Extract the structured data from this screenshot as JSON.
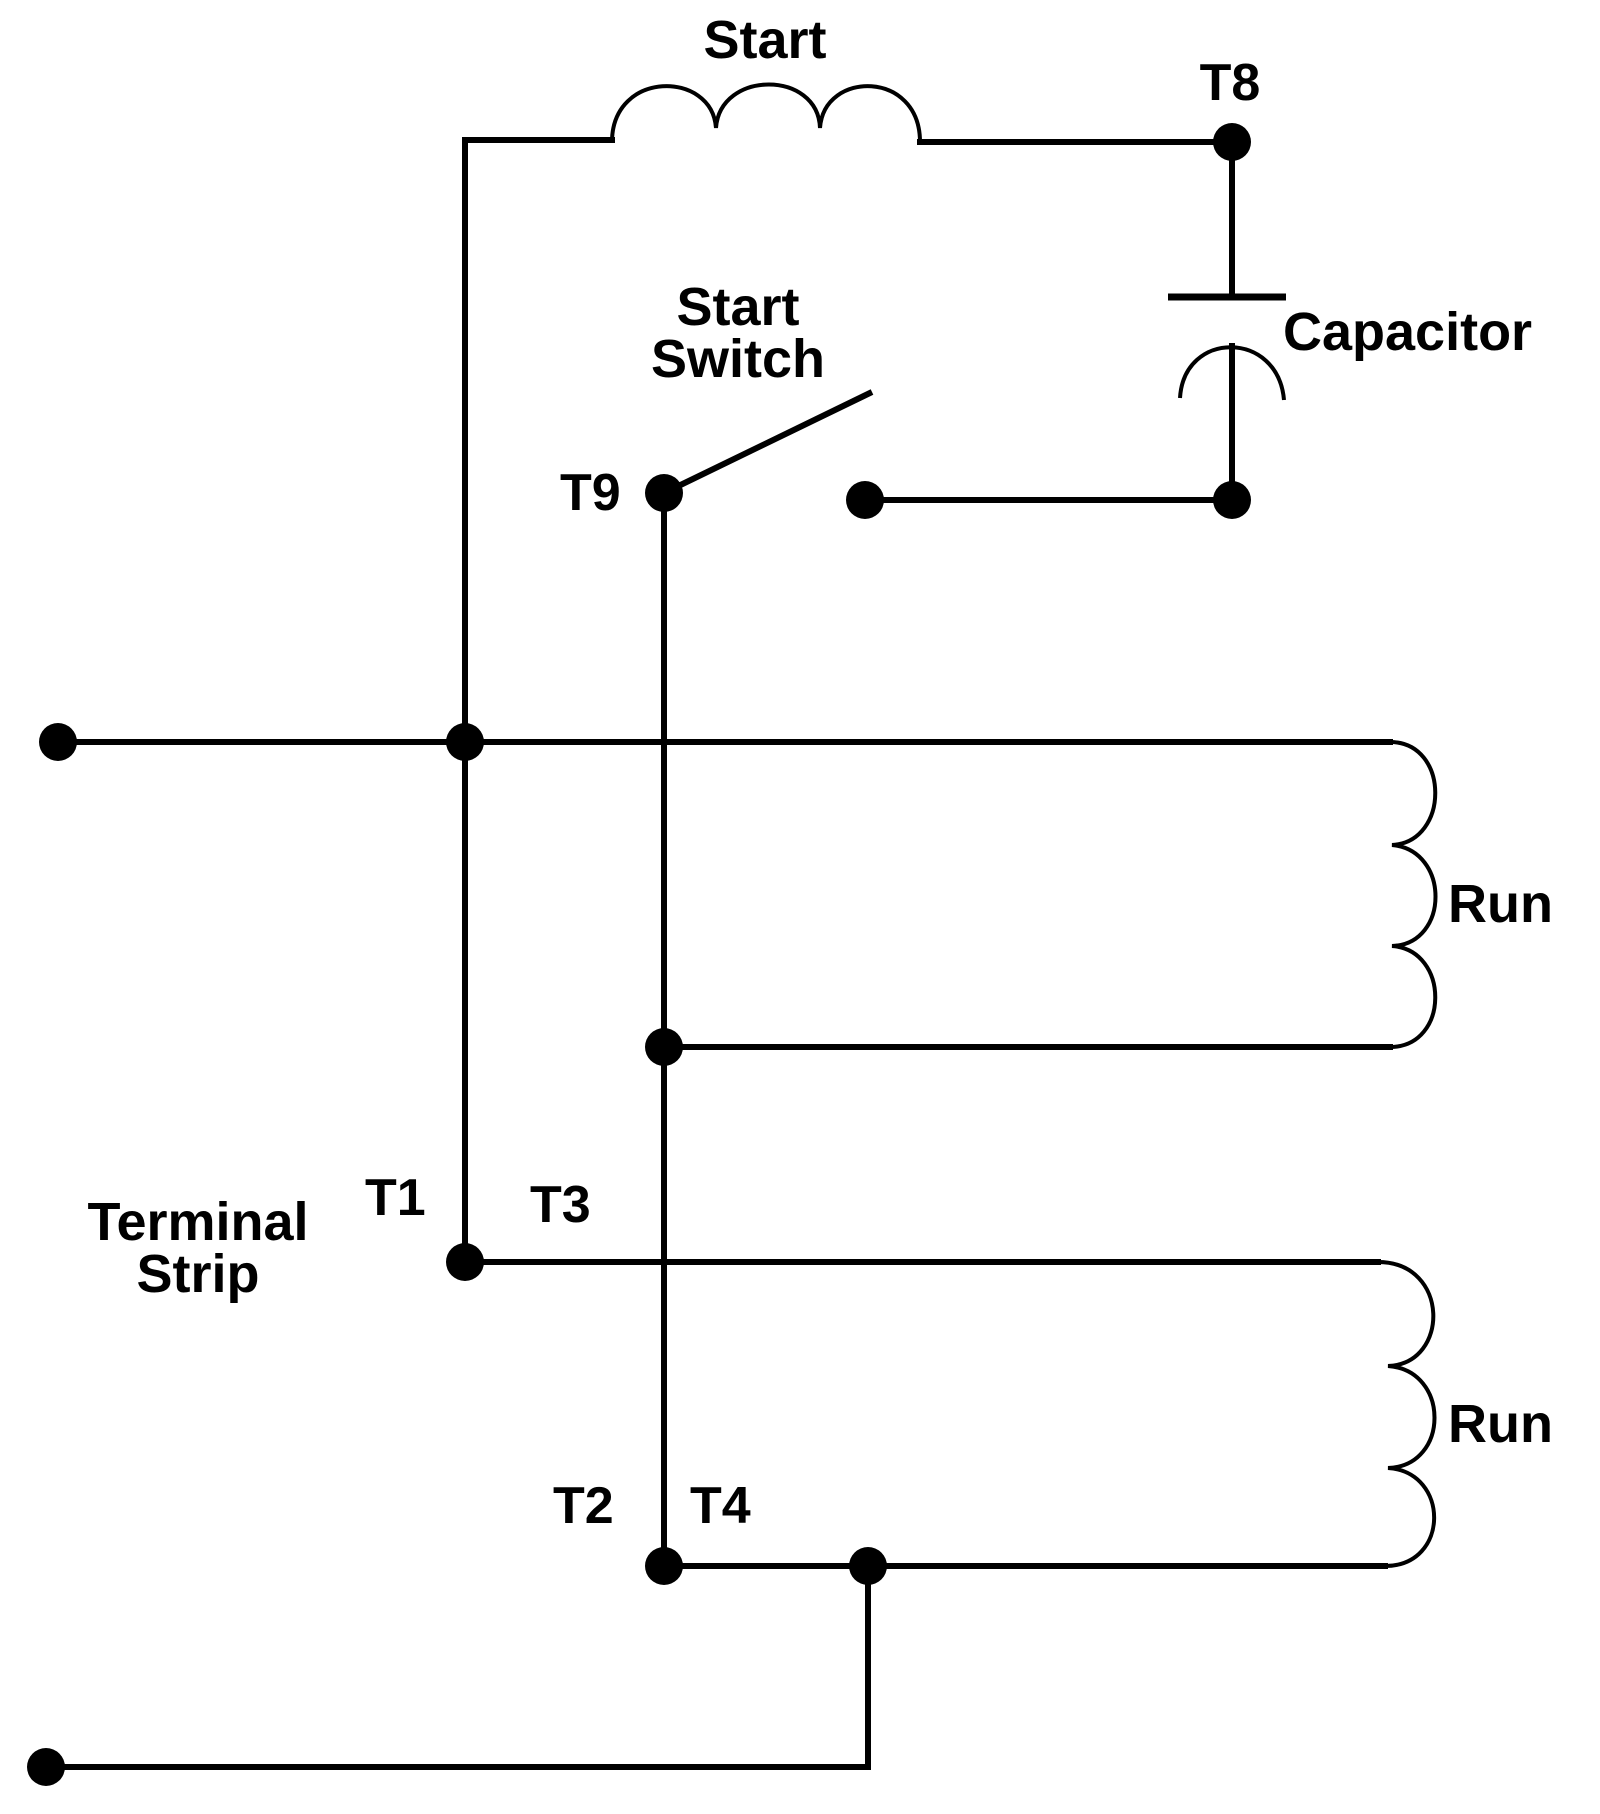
{
  "diagram": {
    "type": "motor-wiring-schematic",
    "colors": {
      "line": "#000000",
      "background": "#ffffff"
    },
    "labels": {
      "start_winding": "Start",
      "start_switch_line1": "Start",
      "start_switch_line2": "Switch",
      "capacitor": "Capacitor",
      "run_winding_top": "Run",
      "run_winding_bottom": "Run",
      "terminal_strip_line1": "Terminal",
      "terminal_strip_line2": "Strip"
    },
    "terminals": {
      "t1": "T1",
      "t2": "T2",
      "t3": "T3",
      "t4": "T4",
      "t8": "T8",
      "t9": "T9"
    },
    "components": [
      {
        "id": "start-winding",
        "kind": "inductor",
        "label": "Start"
      },
      {
        "id": "capacitor",
        "kind": "capacitor",
        "label": "Capacitor"
      },
      {
        "id": "start-switch",
        "kind": "switch",
        "state": "open",
        "label": "Start Switch"
      },
      {
        "id": "run-winding-1",
        "kind": "inductor",
        "label": "Run"
      },
      {
        "id": "run-winding-2",
        "kind": "inductor",
        "label": "Run"
      }
    ]
  }
}
